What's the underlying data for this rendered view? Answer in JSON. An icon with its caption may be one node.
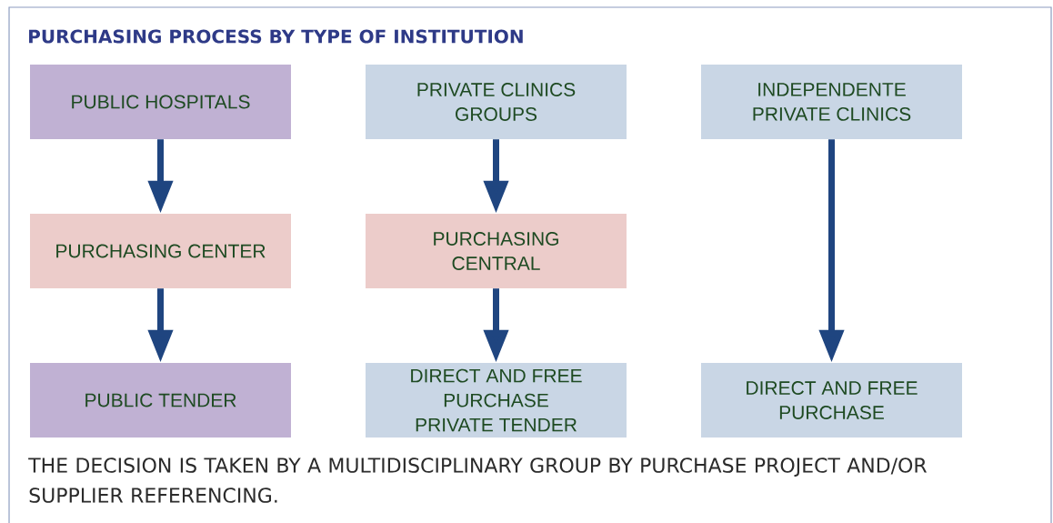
{
  "diagram": {
    "title": "PURCHASING PROCESS BY TYPE OF INSTITUTION",
    "nodes": [
      {
        "text": [
          "PUBLIC HOSPITALS"
        ]
      },
      {
        "text": [
          "PRIVATE CLINICS GROUPS"
        ]
      },
      {
        "text": [
          "INDEPENDENTE PRIVATE CLINICS"
        ]
      },
      {
        "text": [
          "PURCHASING CENTER"
        ]
      },
      {
        "text": [
          "PURCHASING CENTRAL"
        ]
      },
      {
        "text": [
          "PUBLIC TENDER"
        ]
      },
      {
        "text": [
          "DIRECT AND FREE PURCHASE",
          "PRIVATE TENDER"
        ]
      },
      {
        "text": [
          "DIRECT AND FREE PURCHASE"
        ]
      }
    ],
    "edges": [
      {
        "from": 0,
        "to": 3,
        "arrow": "to"
      },
      {
        "from": 3,
        "to": 5,
        "arrow": "to"
      },
      {
        "from": 1,
        "to": 4,
        "arrow": "to"
      },
      {
        "from": 4,
        "to": 6,
        "arrow": "to"
      },
      {
        "from": 2,
        "to": 7,
        "arrow": "to"
      }
    ],
    "labels": [
      "THE DECISION IS TAKEN BY A MULTIDISCIPLINARY GROUP BY PURCHASE PROJECT AND/OR SUPPLIER REFERENCING."
    ]
  }
}
